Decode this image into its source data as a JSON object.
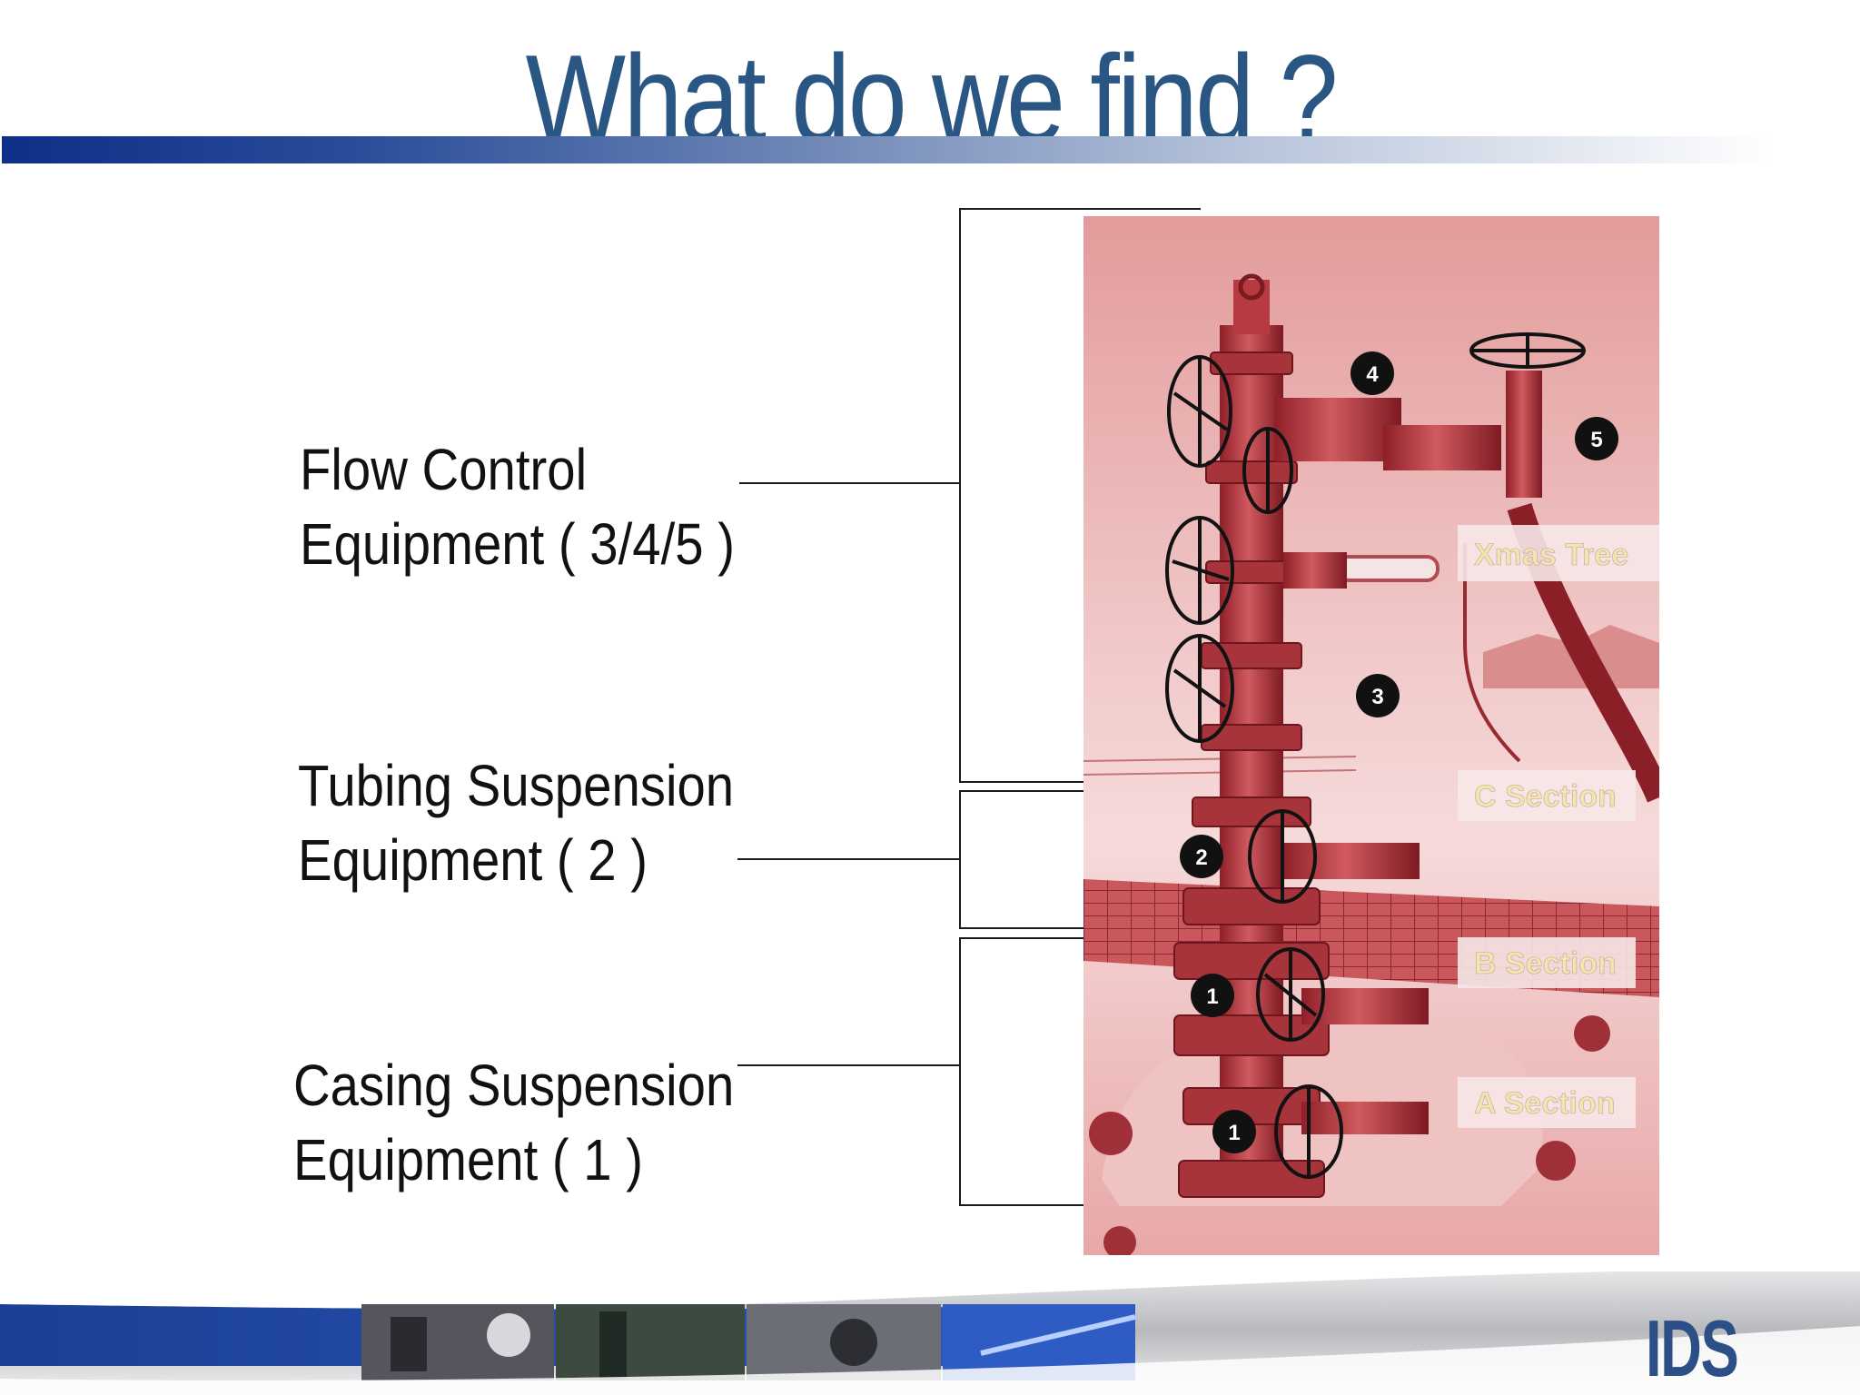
{
  "slide": {
    "title": "What do we find ?",
    "labels": [
      {
        "line1": "Flow Control",
        "line2": "Equipment ( 3/4/5 )"
      },
      {
        "line1": "Tubing Suspension",
        "line2": "Equipment ( 2 )"
      },
      {
        "line1": "Casing Suspension",
        "line2": "Equipment ( 1 )"
      }
    ]
  },
  "diagram": {
    "section_labels": [
      "Xmas Tree",
      "C Section",
      "B Section",
      "A Section"
    ],
    "callouts": [
      "4",
      "5",
      "3",
      "2",
      "1",
      "1"
    ],
    "colors": {
      "photo_tint": "#d96f6f",
      "equipment": "#b8353b",
      "callout_bg": "#111111"
    }
  },
  "footer": {
    "logo_text": "IDS",
    "colors": {
      "band": "#1e3f96",
      "logo": "#2b4f86"
    }
  }
}
